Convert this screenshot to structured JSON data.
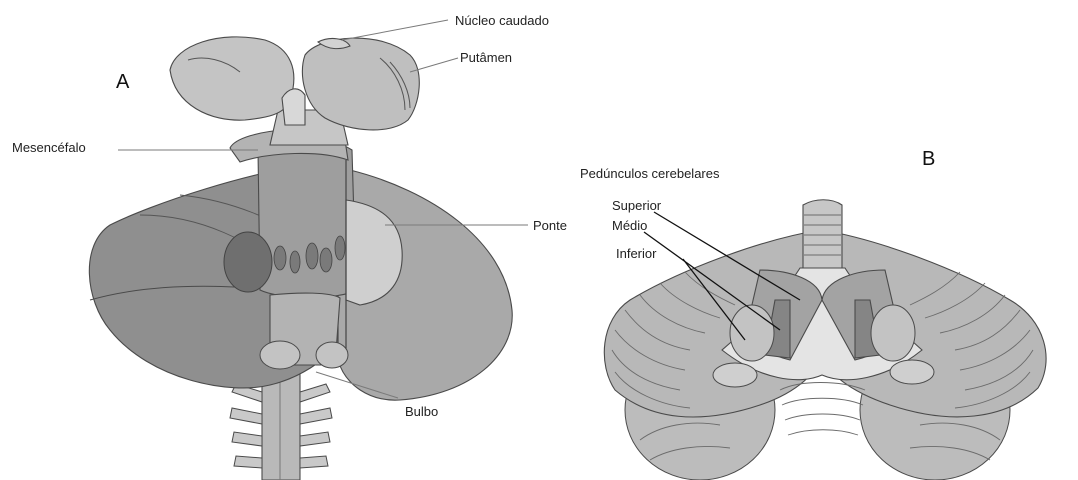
{
  "panel_a": {
    "letter": "A",
    "labels": {
      "caudate_nucleus": "Núcleo caudado",
      "putamen": "Putâmen",
      "midbrain": "Mesencéfalo",
      "pons": "Ponte",
      "medulla": "Bulbo"
    }
  },
  "panel_b": {
    "letter": "B",
    "title": "Pedúnculos cerebelares",
    "labels": {
      "superior": "Superior",
      "middle": "Médio",
      "inferior": "Inferior"
    }
  },
  "colors": {
    "tissue_light": "#c9c9c9",
    "tissue_mid": "#a9a9a9",
    "tissue_dark": "#8e8e8e",
    "nucleus_dark": "#6f6f6f",
    "outline": "#4a4a4a"
  }
}
